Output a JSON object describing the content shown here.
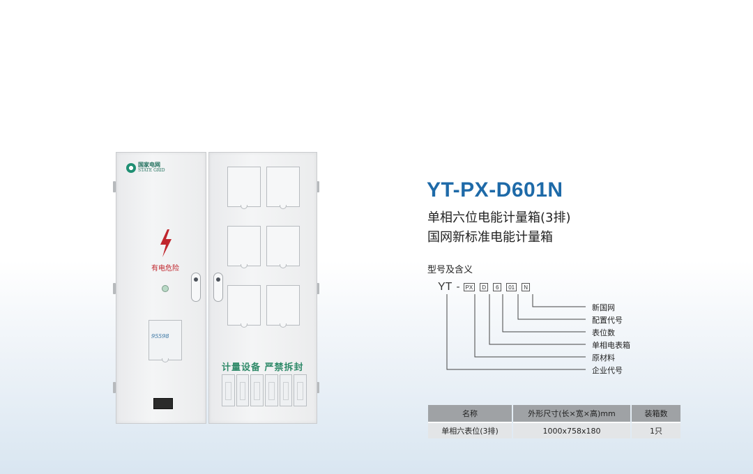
{
  "product": {
    "model_title": "YT-PX-D601N",
    "subtitle_line1": "单相六位电能计量箱(3排)",
    "subtitle_line2": "国网新标准电能计量箱"
  },
  "cabinet": {
    "logo_cn": "国家电网",
    "logo_en": "STATE GRID",
    "danger_label": "有电危险",
    "window_logo": "95598",
    "seal_text": "计量设备  严禁拆封",
    "bolt_color": "#c0262d",
    "seal_color": "#2f8a69"
  },
  "model_code": {
    "section_title": "型号及含义",
    "prefix": "YT",
    "dash": "-",
    "segments": [
      "PX",
      "D",
      "6",
      "01",
      "N"
    ],
    "meanings": [
      "新国网",
      "配置代号",
      "表位数",
      "单相电表箱",
      "原材料",
      "企业代号"
    ]
  },
  "spec_table": {
    "headers": [
      "名称",
      "外形尺寸(长×宽×高)mm",
      "装箱数"
    ],
    "rows": [
      [
        "单相六表位(3排)",
        "1000x758x180",
        "1只"
      ]
    ]
  },
  "colors": {
    "title_blue": "#1e6aa8",
    "table_header": "#9fa2a5",
    "table_cell": "#e3e5e7"
  }
}
